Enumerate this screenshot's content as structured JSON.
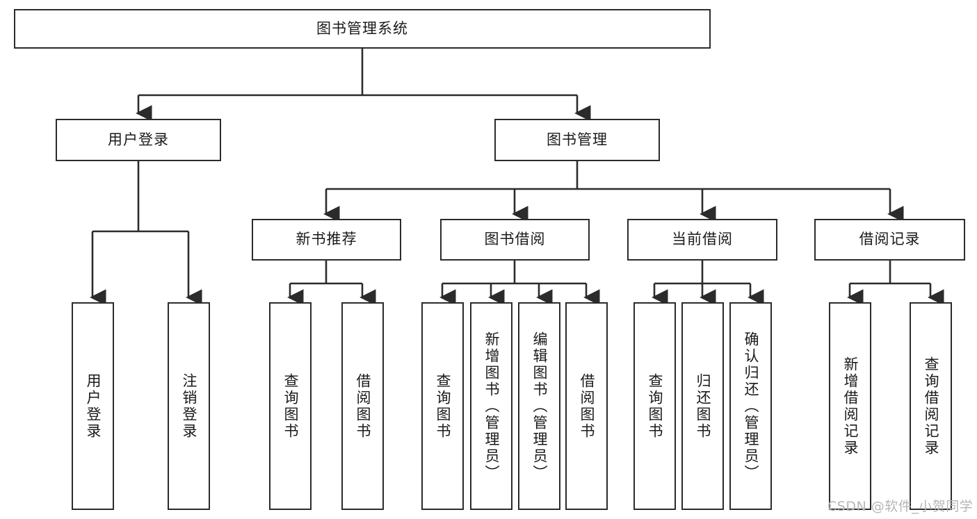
{
  "diagram": {
    "title_node": {
      "label": "图书管理系统"
    },
    "level2": [
      {
        "id": "user-login",
        "label": "用户登录"
      },
      {
        "id": "book-management",
        "label": "图书管理"
      }
    ],
    "level3": [
      {
        "id": "new-book-recommend",
        "label": "新书推荐"
      },
      {
        "id": "book-borrow",
        "label": "图书借阅"
      },
      {
        "id": "current-borrow",
        "label": "当前借阅"
      },
      {
        "id": "borrow-record",
        "label": "借阅记录"
      }
    ],
    "leaves": {
      "user_login": [
        {
          "id": "leaf-user-login",
          "label": "用户登录"
        },
        {
          "id": "leaf-logout-login",
          "label": "注销登录"
        }
      ],
      "new_book_recommend": [
        {
          "id": "leaf-query-book-1",
          "label": "查询图书"
        },
        {
          "id": "leaf-borrow-book-1",
          "label": "借阅图书"
        }
      ],
      "book_borrow": [
        {
          "id": "leaf-query-book-2",
          "label": "查询图书"
        },
        {
          "id": "leaf-add-book",
          "label": "新增图书（管理员）"
        },
        {
          "id": "leaf-edit-book",
          "label": "编辑图书（管理员）"
        },
        {
          "id": "leaf-borrow-book-2",
          "label": "借阅图书"
        }
      ],
      "current_borrow": [
        {
          "id": "leaf-query-book-3",
          "label": "查询图书"
        },
        {
          "id": "leaf-return-book",
          "label": "归还图书"
        },
        {
          "id": "leaf-confirm-return",
          "label": "确认归还（管理员）"
        }
      ],
      "borrow_record": [
        {
          "id": "leaf-add-record",
          "label": "新增借阅记录"
        },
        {
          "id": "leaf-query-record",
          "label": "查询借阅记录"
        }
      ]
    },
    "watermark": "CSDN @软件_小贺同学",
    "colors": {
      "stroke": "#2b2b2b",
      "text": "#1a1a1a",
      "background": "#ffffff",
      "watermark": "#b6b6b6"
    }
  }
}
